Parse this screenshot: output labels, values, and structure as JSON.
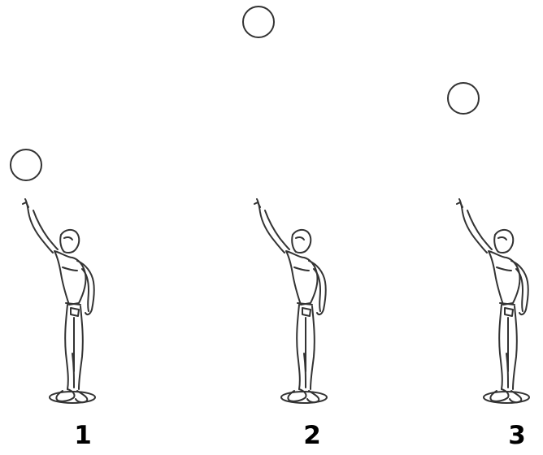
{
  "panels": [
    {
      "label": "1"
    },
    {
      "label": "2"
    },
    {
      "label": "3"
    }
  ],
  "colors": {
    "background": "#ffffff",
    "line": "#333333",
    "label": "#000000"
  }
}
